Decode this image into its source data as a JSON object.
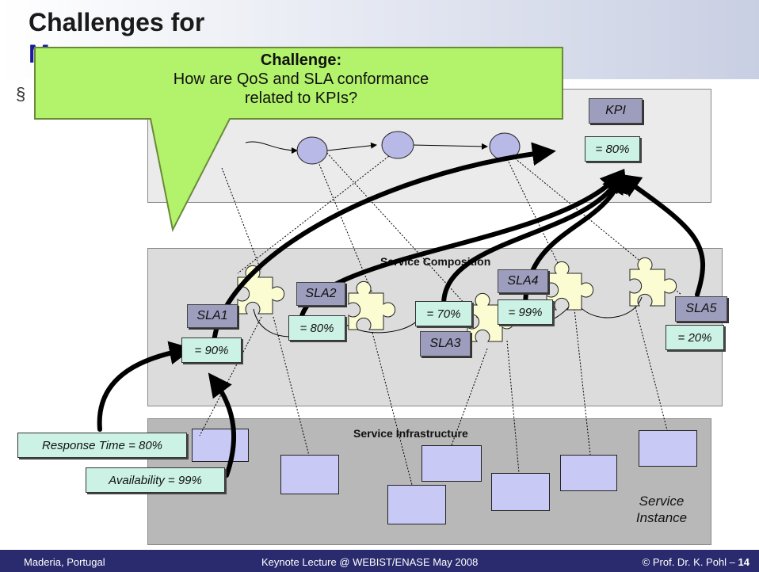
{
  "slide": {
    "title_line1": "Challenges for",
    "title_line2": "M",
    "bullet": "§",
    "callout": {
      "heading": "Challenge:",
      "body_line1": "How are QoS and SLA conformance",
      "body_line2": "related to KPIs?"
    },
    "kpi": {
      "label": "KPI",
      "value": "= 80%"
    },
    "layers": {
      "composition": "Service Composition",
      "infrastructure": "Service Infrastructure",
      "instance_line1": "Service",
      "instance_line2": "Instance"
    },
    "slas": [
      {
        "label": "SLA1",
        "value": "= 90%"
      },
      {
        "label": "SLA2",
        "value": "= 80%"
      },
      {
        "label": "SLA3",
        "value": "= 70%"
      },
      {
        "label": "SLA4",
        "value": "= 99%"
      },
      {
        "label": "SLA5",
        "value": "= 20%"
      }
    ],
    "metrics": {
      "response_time": "Response Time = 80%",
      "availability": "Availability = 99%"
    }
  },
  "footer": {
    "left": "Maderia, Portugal",
    "center": "Keynote Lecture @ WEBIST/ENASE May 2008",
    "right_prefix": "© Prof. Dr. K. Pohl – ",
    "page": "14"
  },
  "colors": {
    "callout": "#b3f26b",
    "note": "#ccf2e6",
    "sla": "#9d9dbd",
    "instance": "#c9c9f5",
    "footer": "#2a2a6e",
    "title_accent": "#1a1a9a"
  }
}
